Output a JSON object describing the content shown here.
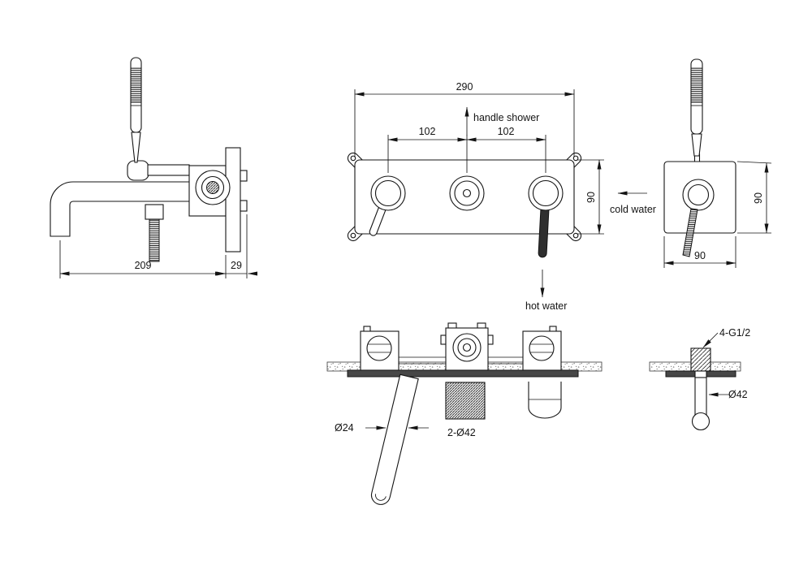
{
  "views": {
    "side": {
      "dim_spout_reach": "209",
      "dim_plate_depth": "29"
    },
    "front": {
      "dim_width": "290",
      "dim_spacing_left": "102",
      "dim_spacing_right": "102",
      "dim_height": "90",
      "label_handle_shower": "handle shower",
      "label_cold_water": "cold water",
      "label_hot_water": "hot water"
    },
    "right": {
      "dim_height": "90",
      "dim_width": "90"
    },
    "plan": {
      "dim_spout_diameter": "Ø24",
      "dim_escutcheons": "2-Ø42"
    },
    "detail": {
      "label_thread": "4-G1/2",
      "dim_holder_diameter": "Ø42"
    }
  }
}
